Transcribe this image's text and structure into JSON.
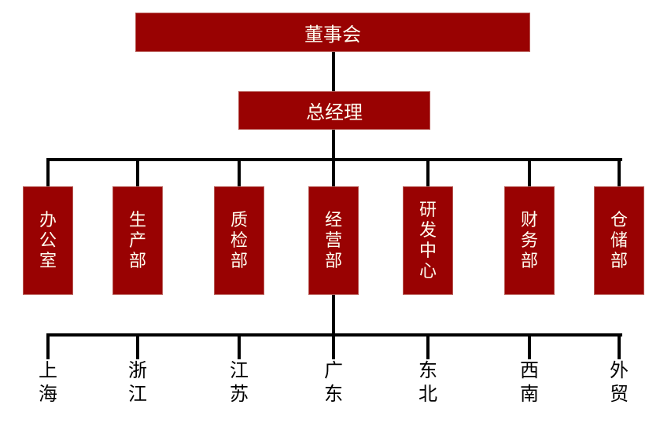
{
  "colors": {
    "page_bg": "#ffffff",
    "box_fill": "#990202",
    "box_border": "#b85a55",
    "box_text": "#fffdf0",
    "line": "#000000",
    "region_text": "#000000"
  },
  "org": {
    "root": {
      "label": "董事会"
    },
    "manager": {
      "label": "总经理"
    },
    "departments": [
      {
        "label": "办公室"
      },
      {
        "label": "生产部"
      },
      {
        "label": "质检部"
      },
      {
        "label": "经营部"
      },
      {
        "label": "研发中心"
      },
      {
        "label": "财务部"
      },
      {
        "label": "仓储部"
      }
    ],
    "regions_parent": "经营部",
    "regions": [
      {
        "label": "上海"
      },
      {
        "label": "浙江"
      },
      {
        "label": "江苏"
      },
      {
        "label": "广东"
      },
      {
        "label": "东北"
      },
      {
        "label": "西南"
      },
      {
        "label": "外贸"
      }
    ]
  }
}
